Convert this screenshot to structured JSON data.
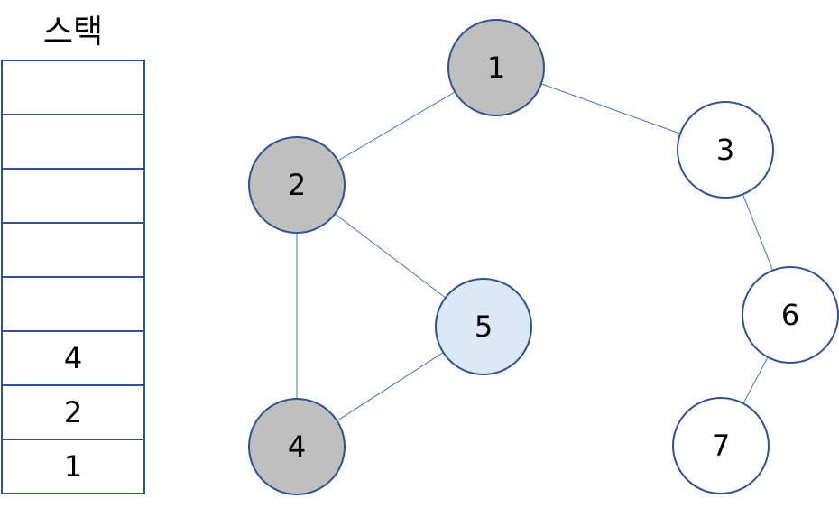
{
  "stack": {
    "title": "스택",
    "cells": [
      "",
      "",
      "",
      "",
      "",
      "4",
      "2",
      "1"
    ]
  },
  "graph": {
    "nodes": [
      {
        "id": "1",
        "label": "1",
        "state": "visited"
      },
      {
        "id": "2",
        "label": "2",
        "state": "visited"
      },
      {
        "id": "3",
        "label": "3",
        "state": "unvisited"
      },
      {
        "id": "4",
        "label": "4",
        "state": "visited"
      },
      {
        "id": "5",
        "label": "5",
        "state": "current"
      },
      {
        "id": "6",
        "label": "6",
        "state": "unvisited"
      },
      {
        "id": "7",
        "label": "7",
        "state": "unvisited"
      }
    ],
    "edges": [
      [
        "1",
        "2"
      ],
      [
        "1",
        "3"
      ],
      [
        "2",
        "5"
      ],
      [
        "2",
        "4"
      ],
      [
        "4",
        "5"
      ],
      [
        "3",
        "6"
      ],
      [
        "6",
        "7"
      ]
    ],
    "colors": {
      "visited": "#bfbfbf",
      "current": "#dae8f7",
      "unvisited": "#ffffff",
      "node_border": "#2f528f",
      "edge": "#4472c4"
    }
  }
}
